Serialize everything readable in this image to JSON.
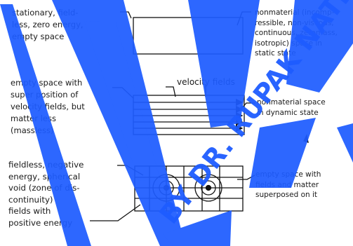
{
  "diagram": {
    "top_left_lines": [
      "stationary, field-",
      "less, zero energy,",
      "empty space"
    ],
    "top_right_lines": [
      "nonmaterial (incomp-",
      "ressible, non-viscous,",
      "continuous, zeromass,",
      "isotropic) space in",
      "static state"
    ],
    "mid_left_lines": [
      "empty space with",
      "super position of",
      "velocity fields, but",
      "matter less",
      "(massless)"
    ],
    "velocity_label": "velocity fields",
    "mid_right_lines": [
      "nonmaterial space",
      "in dynamic state"
    ],
    "bottom_left_lines": [
      "fieldless, negative",
      "energy, spherical",
      "void (zone of dis-",
      "continuity)"
    ],
    "bottom_left_lines_2": [
      "fields with",
      "positive energy"
    ],
    "bottom_right_lines": [
      "empty space with",
      "fields and matter",
      "superposed on it"
    ]
  },
  "watermark": {
    "text": "BY DR. RUPAK NATH",
    "color": "#1e5cff"
  }
}
